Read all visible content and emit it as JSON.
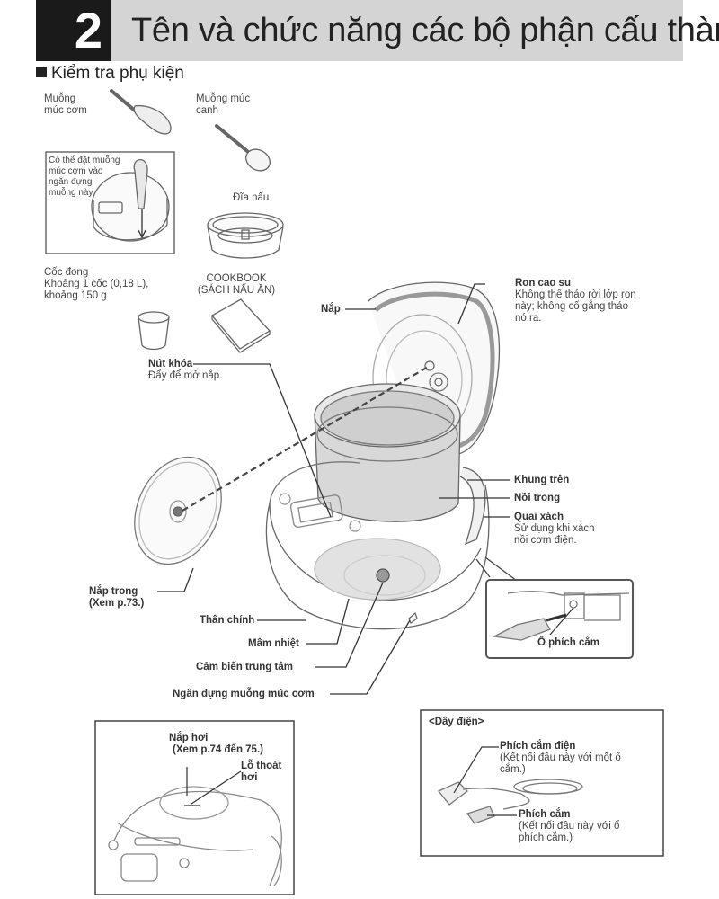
{
  "header": {
    "chapter_number": "2",
    "title": "Tên và chức năng các bộ phận cấu thành"
  },
  "section": {
    "title": "Kiểm tra phụ kiện"
  },
  "accessories": {
    "rice_paddle": {
      "line1": "Muỗng",
      "line2": "múc cơm"
    },
    "soup_ladle": {
      "line1": "Muỗng múc",
      "line2": "canh"
    },
    "paddle_holder_note": [
      "Có thể đặt muỗng",
      "múc cơm vào",
      "ngăn đựng",
      "muỗng này"
    ],
    "steam_plate": "Đĩa nấu",
    "measuring_cup": {
      "line1": "Cốc đong",
      "line2": "Khoảng 1 cốc (0,18 L),",
      "line3": "khoảng 150 g"
    },
    "cookbook": {
      "line1": "COOKBOOK",
      "line2": "(SÁCH NẤU ĂN)"
    }
  },
  "parts": {
    "lid": "Nắp",
    "rubber_seal": {
      "title": "Ron cao su",
      "desc": [
        "Không thể tháo rời lớp ron",
        "này; không cố gắng tháo",
        "nó ra."
      ]
    },
    "lock_button": {
      "title": "Nút khóa",
      "desc": "Đẩy để mở nắp."
    },
    "upper_frame": "Khung trên",
    "inner_pot": "Nồi trong",
    "handle": {
      "title": "Quai xách",
      "desc": [
        "Sử dụng khi xách",
        "nồi cơm điện."
      ]
    },
    "inner_lid": {
      "title": "Nắp trong",
      "ref": "(Xem p.73.)"
    },
    "main_body": "Thân chính",
    "heating_plate": "Mâm nhiệt",
    "center_sensor": "Cảm biến trung tâm",
    "paddle_holder": "Ngăn đựng muỗng múc cơm",
    "socket": "Ổ phích cắm"
  },
  "steam_cap_box": {
    "steam_cap": "Nắp hơi",
    "steam_cap_ref": "(Xem p.74 đến 75.)",
    "steam_vent": [
      "Lỗ thoát",
      "hơi"
    ]
  },
  "power_cord_box": {
    "title": "<Dây điện>",
    "power_plug": {
      "title": "Phích cắm điện",
      "desc": [
        "(Kết nối đầu này với một ổ",
        "cắm.)"
      ]
    },
    "appliance_plug": {
      "title": "Phích cắm",
      "desc": [
        "(Kết nối đầu này với ổ",
        "phích cắm.)"
      ]
    }
  }
}
